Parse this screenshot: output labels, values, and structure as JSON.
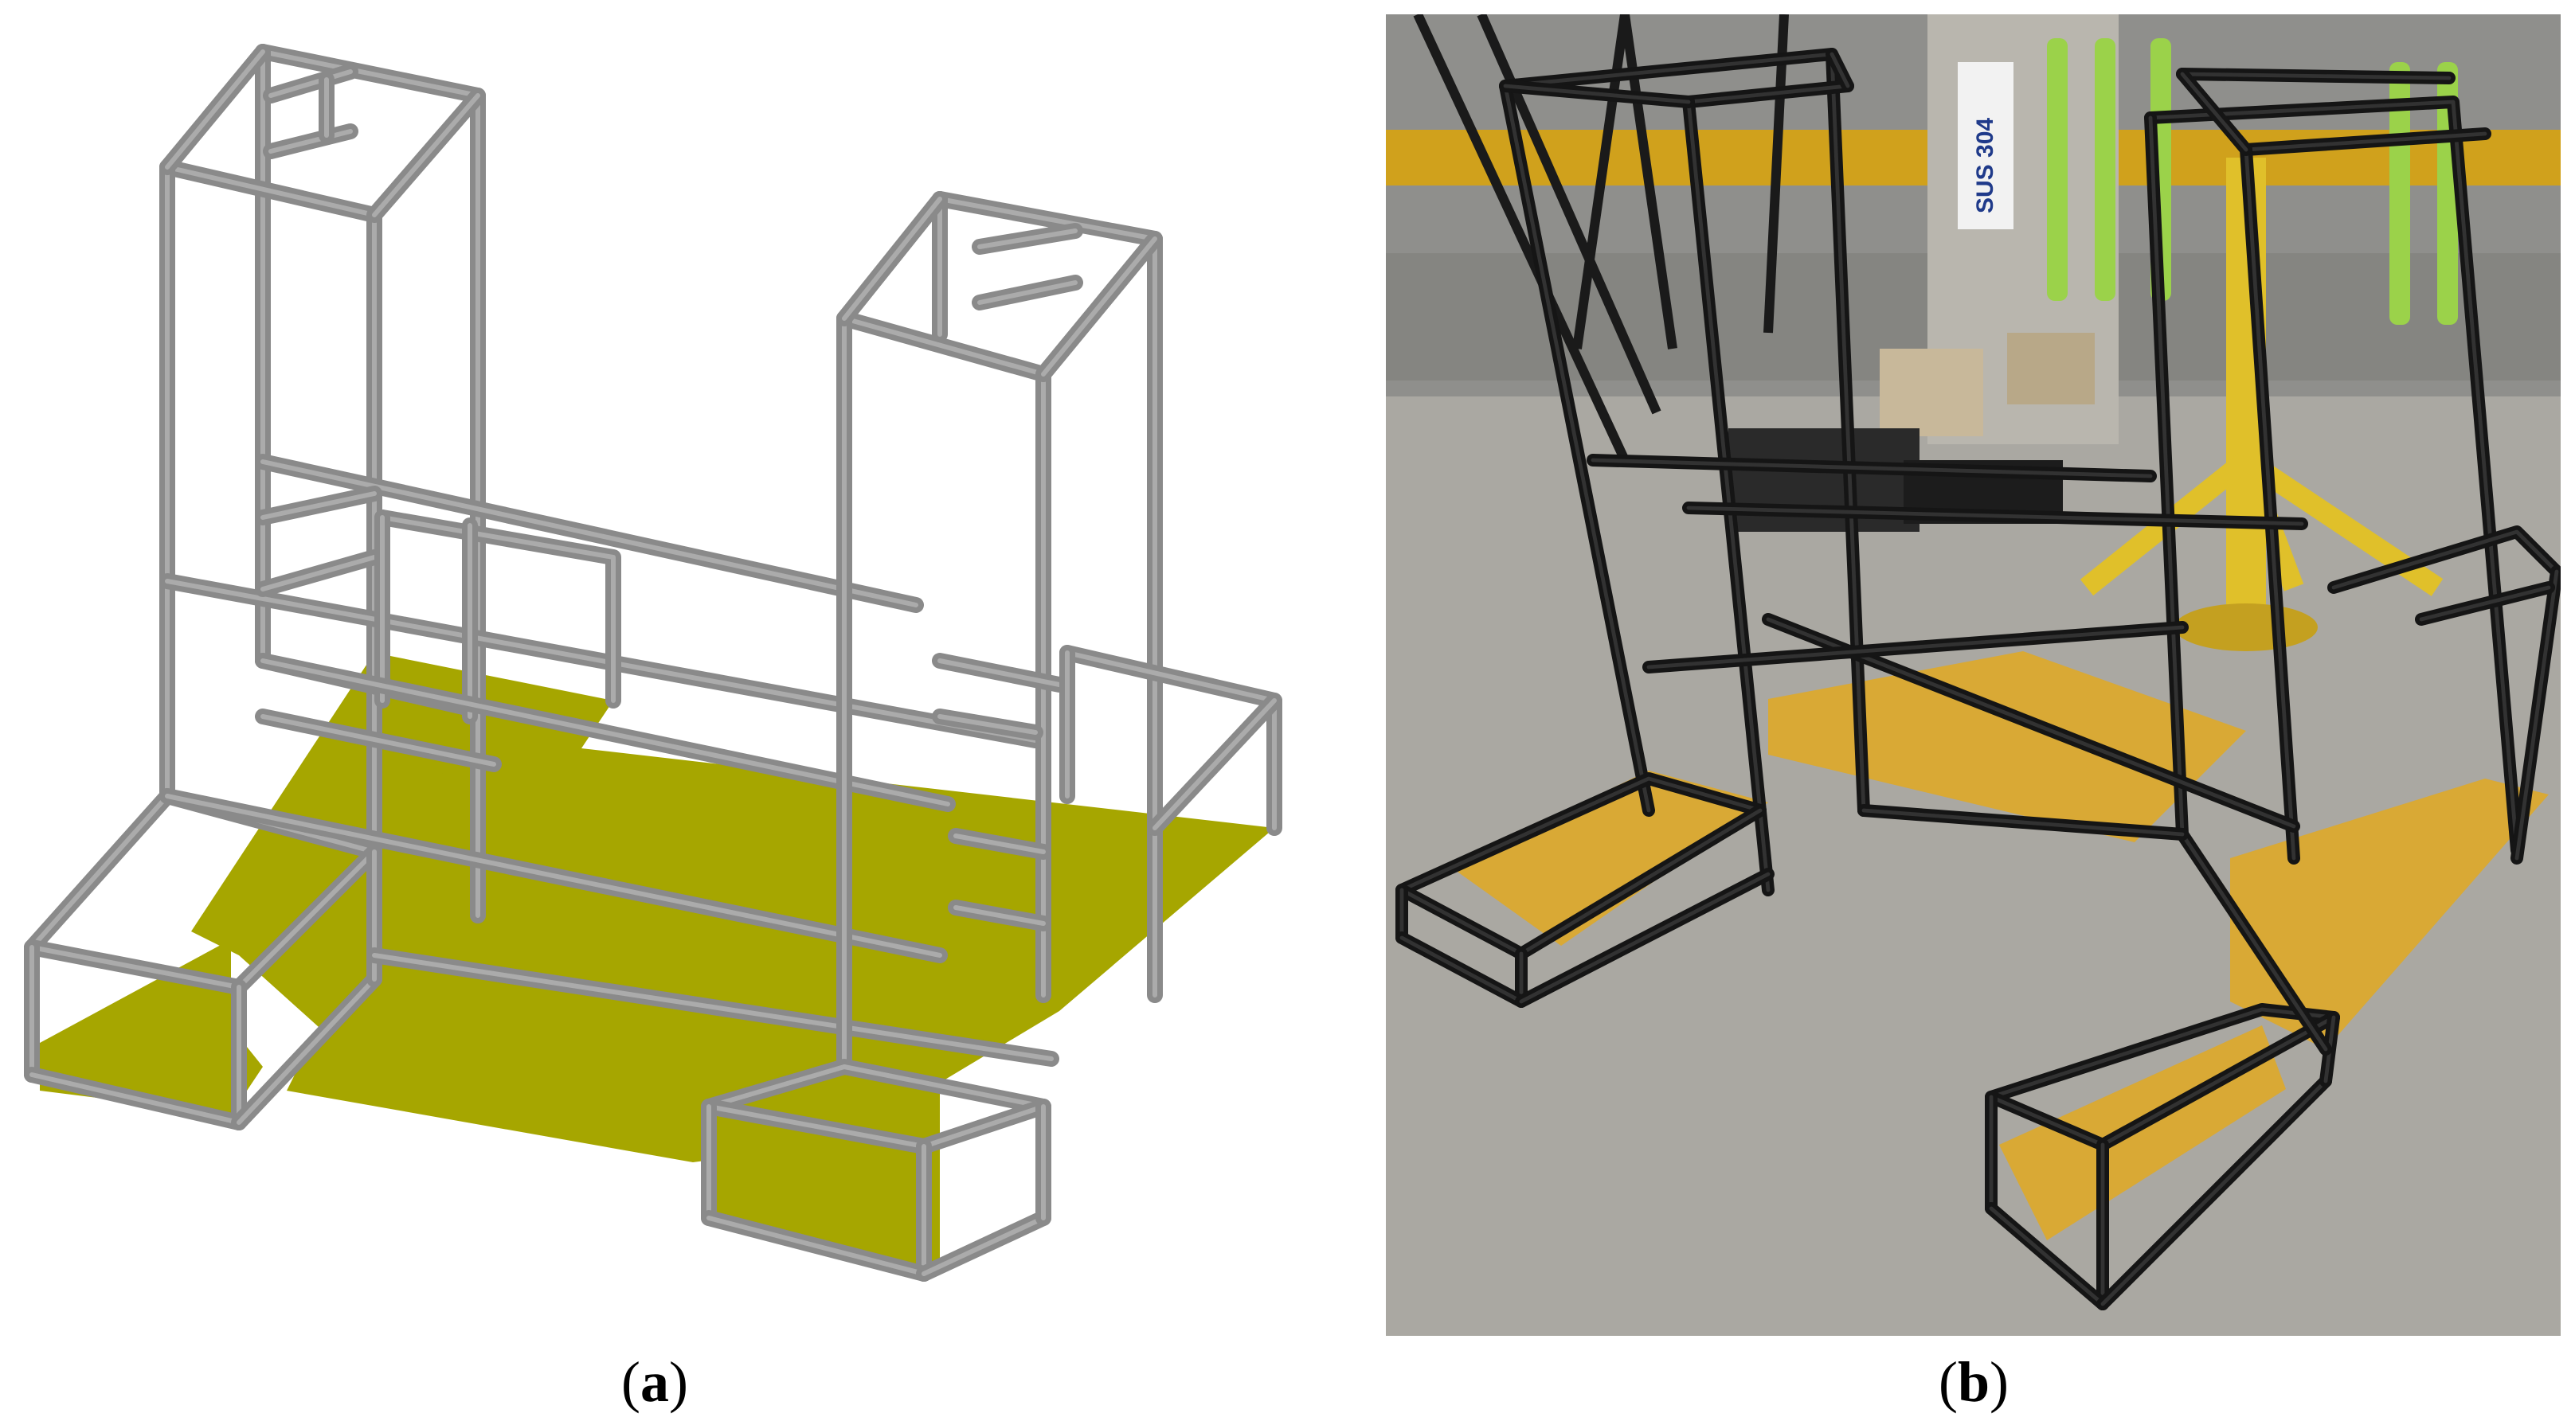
{
  "captions": {
    "a_letter": "a",
    "b_letter": "b"
  },
  "photo_texts": {
    "sign_label": "SUS 304"
  },
  "colors": {
    "tube_gray": "#b3b3b3",
    "tube_gray_dark": "#8a8a8a",
    "cad_plate": "#a6a600",
    "photo_frame": "#151515",
    "photo_plate": "#d9a935",
    "floor": "#aaa8a2",
    "wall": "#8f8f8c",
    "rail": "#d0a11c",
    "pole": "#e0c02a",
    "strap": "#9bd24a"
  },
  "icons": {
    "panel_a": "cad-frame-render",
    "panel_b": "frame-photograph"
  }
}
